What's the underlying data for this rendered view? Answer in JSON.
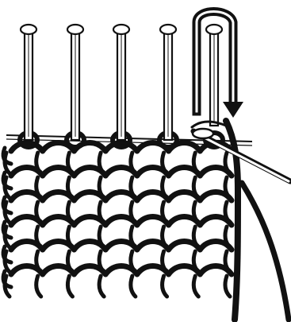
{
  "diagram": {
    "subject": "knitting-machine-needles-with-knitted-fabric",
    "needle_count": 5,
    "stitch_rows": 6,
    "stitch_columns": 7,
    "colors": {
      "ink": "#111111",
      "paper": "#ffffff",
      "needle_fill": "#ffffff"
    },
    "icons": {
      "arrow": "down-arrow-icon",
      "hook": "u-turn-arrow-icon"
    }
  }
}
